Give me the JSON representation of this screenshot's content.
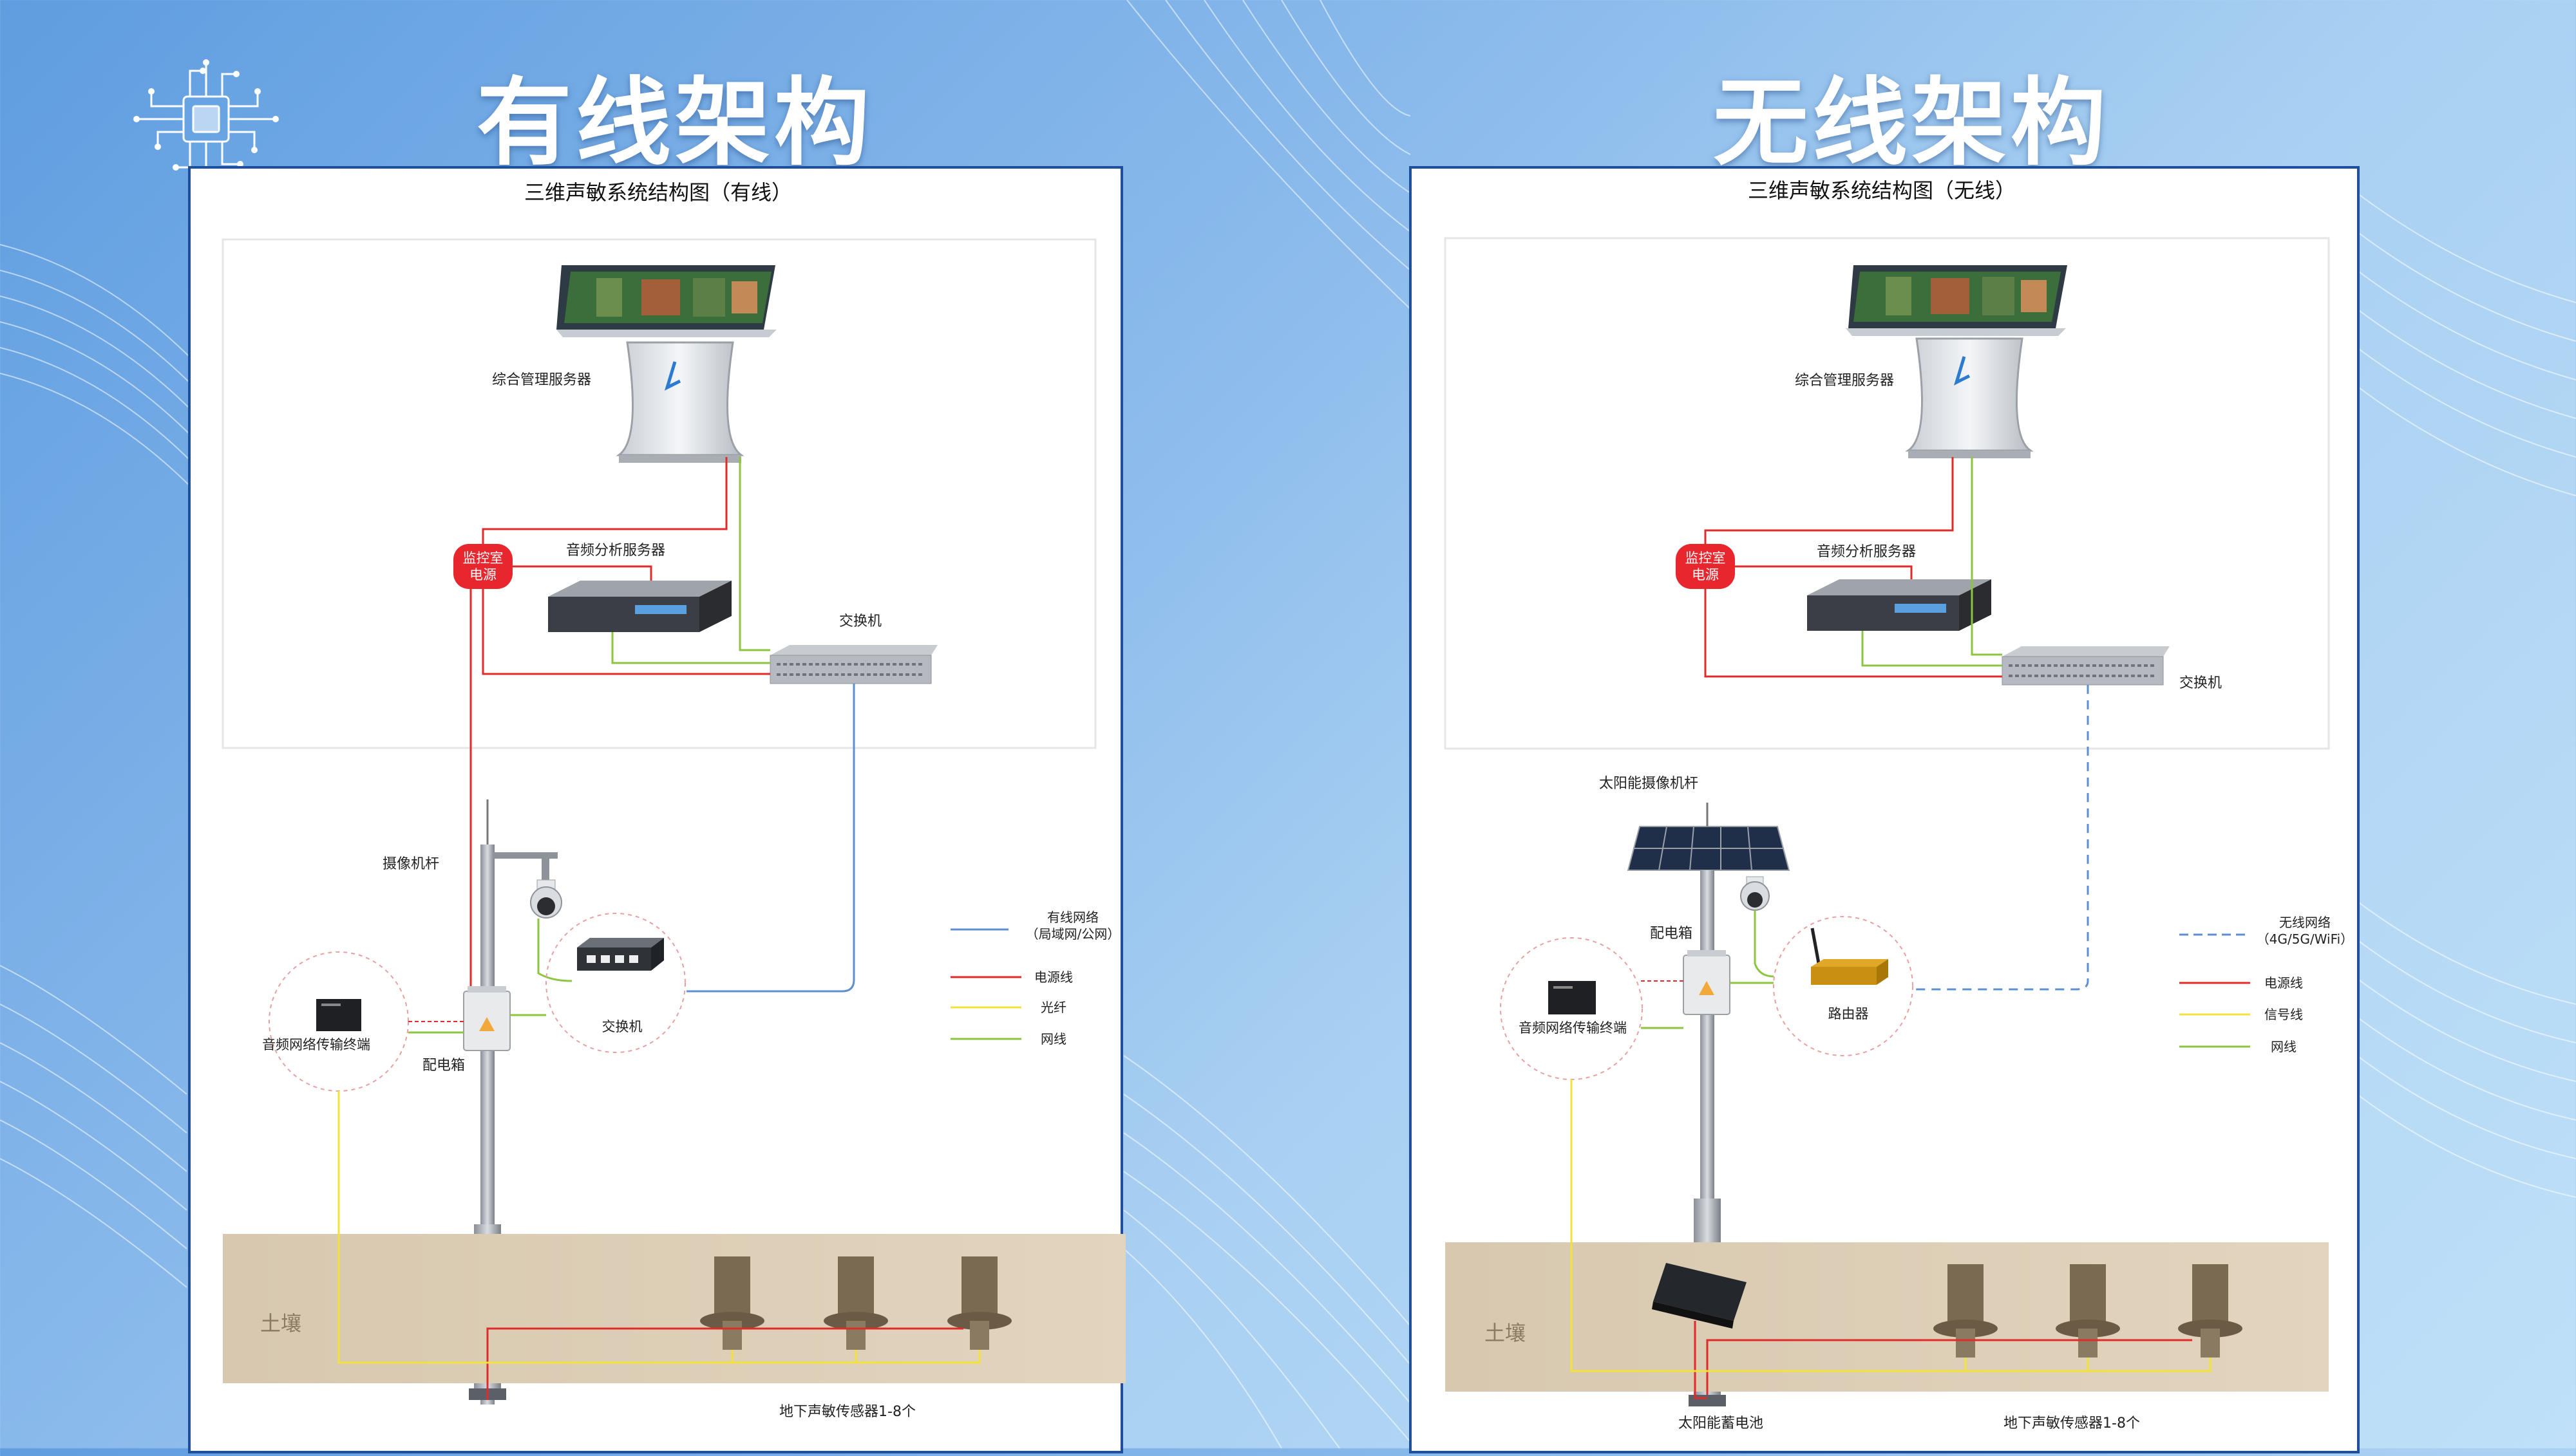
{
  "headings": {
    "wired": "有线架构",
    "wireless": "无线架构"
  },
  "wired": {
    "title": "三维声敏系统结构图（有线）",
    "server": "综合管理服务器",
    "audio_server": "音频分析服务器",
    "room_power_line1": "监控室",
    "room_power_line2": "电源",
    "core_switch": "交换机",
    "camera_pole": "摄像机杆",
    "terminal": "音频网络传输终端",
    "distribution_box": "配电箱",
    "field_switch": "交换机",
    "soil": "土壤",
    "sensors": "地下声敏传感器1-8个",
    "legend": [
      {
        "line1": "有线网络",
        "line2": "（局域网/公网）",
        "color": "#5b8fd0",
        "dash": false
      },
      {
        "line1": "电源线",
        "line2": "",
        "color": "#e12b2b",
        "dash": false
      },
      {
        "line1": "光纤",
        "line2": "",
        "color": "#f2e23a",
        "dash": false
      },
      {
        "line1": "网线",
        "line2": "",
        "color": "#8cc63f",
        "dash": false
      }
    ]
  },
  "wireless": {
    "title": "三维声敏系统结构图（无线）",
    "server": "综合管理服务器",
    "audio_server": "音频分析服务器",
    "room_power_line1": "监控室",
    "room_power_line2": "电源",
    "core_switch": "交换机",
    "solar_pole": "太阳能摄像机杆",
    "distribution_box": "配电箱",
    "terminal": "音频网络传输终端",
    "router": "路由器",
    "soil": "土壤",
    "battery": "太阳能蓄电池",
    "sensors": "地下声敏传感器1-8个",
    "legend": [
      {
        "line1": "无线网络",
        "line2": "（4G/5G/WiFi）",
        "color": "#5b8fd0",
        "dash": true
      },
      {
        "line1": "电源线",
        "line2": "",
        "color": "#e12b2b",
        "dash": false
      },
      {
        "line1": "信号线",
        "line2": "",
        "color": "#f2e23a",
        "dash": false
      },
      {
        "line1": "网线",
        "line2": "",
        "color": "#8cc63f",
        "dash": false
      }
    ]
  },
  "colors": {
    "power": "#e12b2b",
    "signal": "#f2e23a",
    "network": "#8cc63f",
    "wired_net": "#5b8fd0",
    "badge": "#e8262d"
  }
}
